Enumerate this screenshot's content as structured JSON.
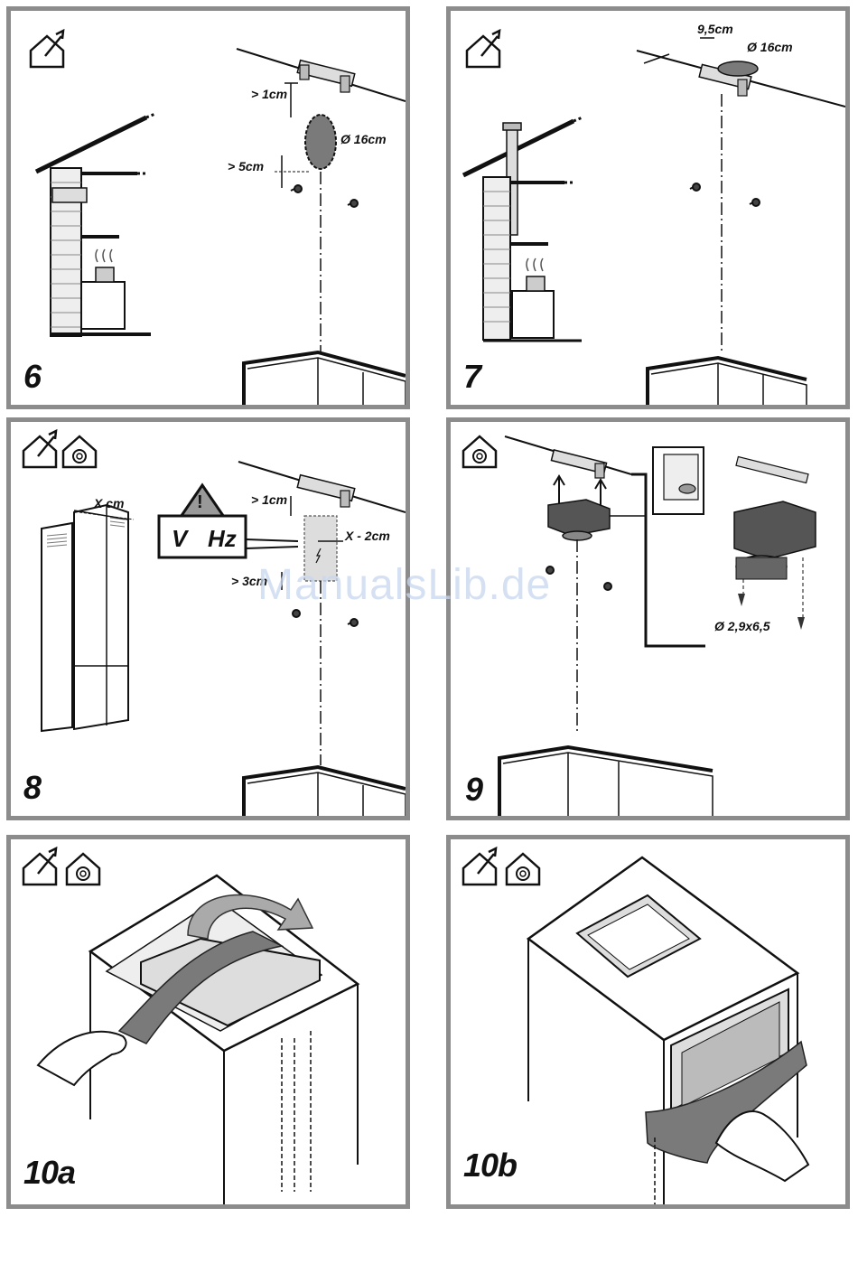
{
  "panels": {
    "p6": {
      "number": "6",
      "above": "> 1cm",
      "diameter": "Ø 16cm",
      "gap": "> 5cm"
    },
    "p7": {
      "number": "7",
      "width": "9,5cm",
      "diameter": "Ø 16cm"
    },
    "p8": {
      "number": "8",
      "xcm": "X cm",
      "above": "> 1cm",
      "xminus": "X - 2cm",
      "side": "> 3cm",
      "warn_v": "V",
      "warn_hz": "Hz",
      "warn_mark": "!"
    },
    "p9": {
      "number": "9",
      "screw": "Ø 2,9x6,5"
    },
    "p10a": {
      "number": "10a"
    },
    "p10b": {
      "number": "10b"
    }
  },
  "watermark": "ManualsLib.de",
  "icons": {
    "exhaust": "house-exhaust-icon",
    "recirc": "house-recirculation-icon"
  },
  "colors": {
    "frame": "#8c8c8c",
    "fill_grey": "#7a7a7a",
    "light_grey": "#d9d9d9"
  }
}
